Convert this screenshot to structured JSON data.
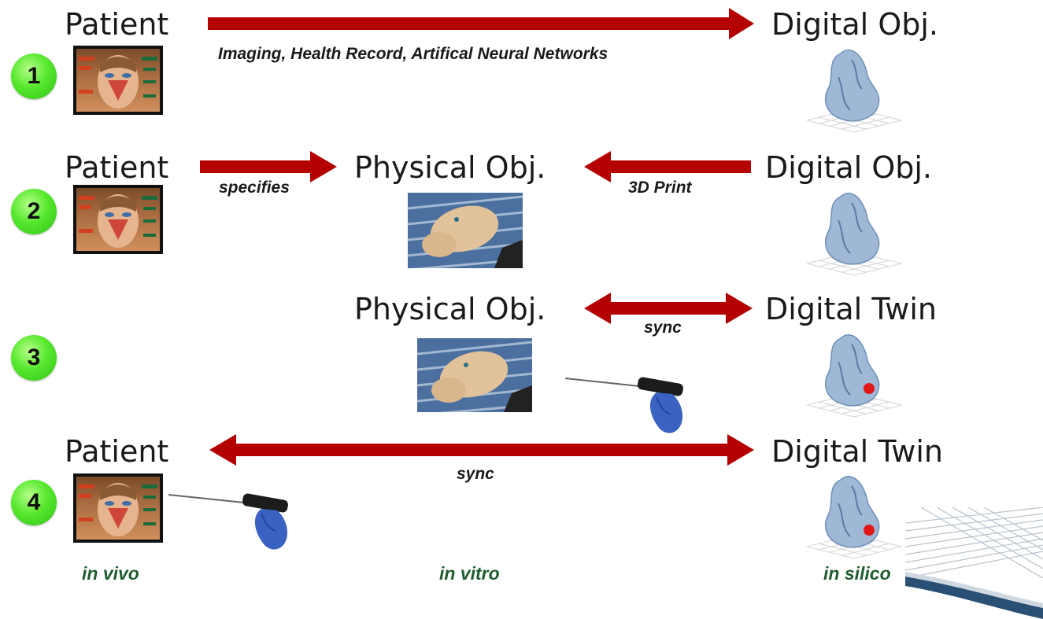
{
  "labels": {
    "r1_patient": "Patient",
    "r1_digital": "Digital Obj.",
    "r2_patient": "Patient",
    "r2_physical": "Physical Obj.",
    "r2_digital": "Digital Obj.",
    "r3_physical": "Physical Obj.",
    "r3_digital": "Digital Twin",
    "r4_patient": "Patient",
    "r4_digital": "Digital Twin"
  },
  "captions": {
    "r1": "Imaging, Health Record, Artifical Neural Networks",
    "r2_left": "specifies",
    "r2_right": "3D Print",
    "r3": "sync",
    "r4": "sync"
  },
  "steps": [
    "1",
    "2",
    "3",
    "4"
  ],
  "environments": [
    "in vivo",
    "in vitro",
    "in silico"
  ],
  "colors": {
    "arrow": "#b40000",
    "badge": "#3fd41c",
    "environment_text": "#1f5c2e"
  },
  "icons": {
    "patient": "patient-face-anatomy-image",
    "physical": "manikin-photo",
    "digital": "3d-sinus-model",
    "tool": "endoscope-hand"
  }
}
